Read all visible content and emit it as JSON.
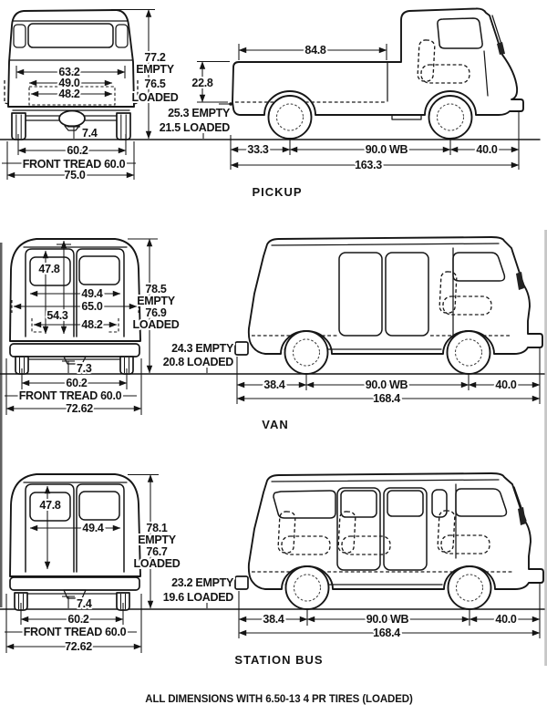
{
  "theme": {
    "paper": "#ffffff",
    "ink": "#1a1a1a"
  },
  "footnote": "ALL DIMENSIONS WITH 6.50-13 4 PR TIRES (LOADED)",
  "pickup": {
    "label": "PICKUP",
    "front": {
      "upper_body_width": "63.2",
      "mid_body_width": "49.0",
      "lower_body_width": "48.2",
      "height_empty": "77.2",
      "height_empty_word": "EMPTY",
      "height_loaded": "76.5",
      "height_loaded_word": "LOADED",
      "ground_clearance": "7.4",
      "tread_width": "60.2",
      "front_tread": "FRONT TREAD 60.0",
      "overall_width": "75.0"
    },
    "side": {
      "bed_length": "84.8",
      "bed_depth": "22.8",
      "floor_height_empty": "25.3 EMPTY",
      "floor_height_loaded": "21.5 LOADED",
      "rear_overhang": "33.3",
      "wheelbase": "90.0 WB",
      "front_overhang": "40.0",
      "overall_length": "163.3"
    }
  },
  "van": {
    "label": "VAN",
    "front": {
      "door_opening_height": "47.8",
      "door_opening_width": "49.4",
      "body_width": "65.0",
      "interior_height": "54.3",
      "wheelhouse_width": "48.2",
      "height_empty": "78.5",
      "height_empty_word": "EMPTY",
      "height_loaded": "76.9",
      "height_loaded_word": "LOADED",
      "ground_clearance": "7.3",
      "tread_width": "60.2",
      "front_tread": "FRONT TREAD 60.0",
      "overall_width": "72.62"
    },
    "side": {
      "floor_height_empty": "24.3 EMPTY",
      "floor_height_loaded": "20.8 LOADED",
      "rear_overhang": "38.4",
      "wheelbase": "90.0 WB",
      "front_overhang": "40.0",
      "overall_length": "168.4"
    }
  },
  "bus": {
    "label": "STATION BUS",
    "front": {
      "door_opening_height": "47.8",
      "door_opening_width": "49.4",
      "height_empty": "78.1",
      "height_empty_word": "EMPTY",
      "height_loaded": "76.7",
      "height_loaded_word": "LOADED",
      "ground_clearance": "7.4",
      "tread_width": "60.2",
      "front_tread": "FRONT TREAD 60.0",
      "overall_width": "72.62"
    },
    "side": {
      "floor_height_empty": "23.2 EMPTY",
      "floor_height_loaded": "19.6 LOADED",
      "rear_overhang": "38.4",
      "wheelbase": "90.0 WB",
      "front_overhang": "40.0",
      "overall_length": "168.4"
    }
  }
}
